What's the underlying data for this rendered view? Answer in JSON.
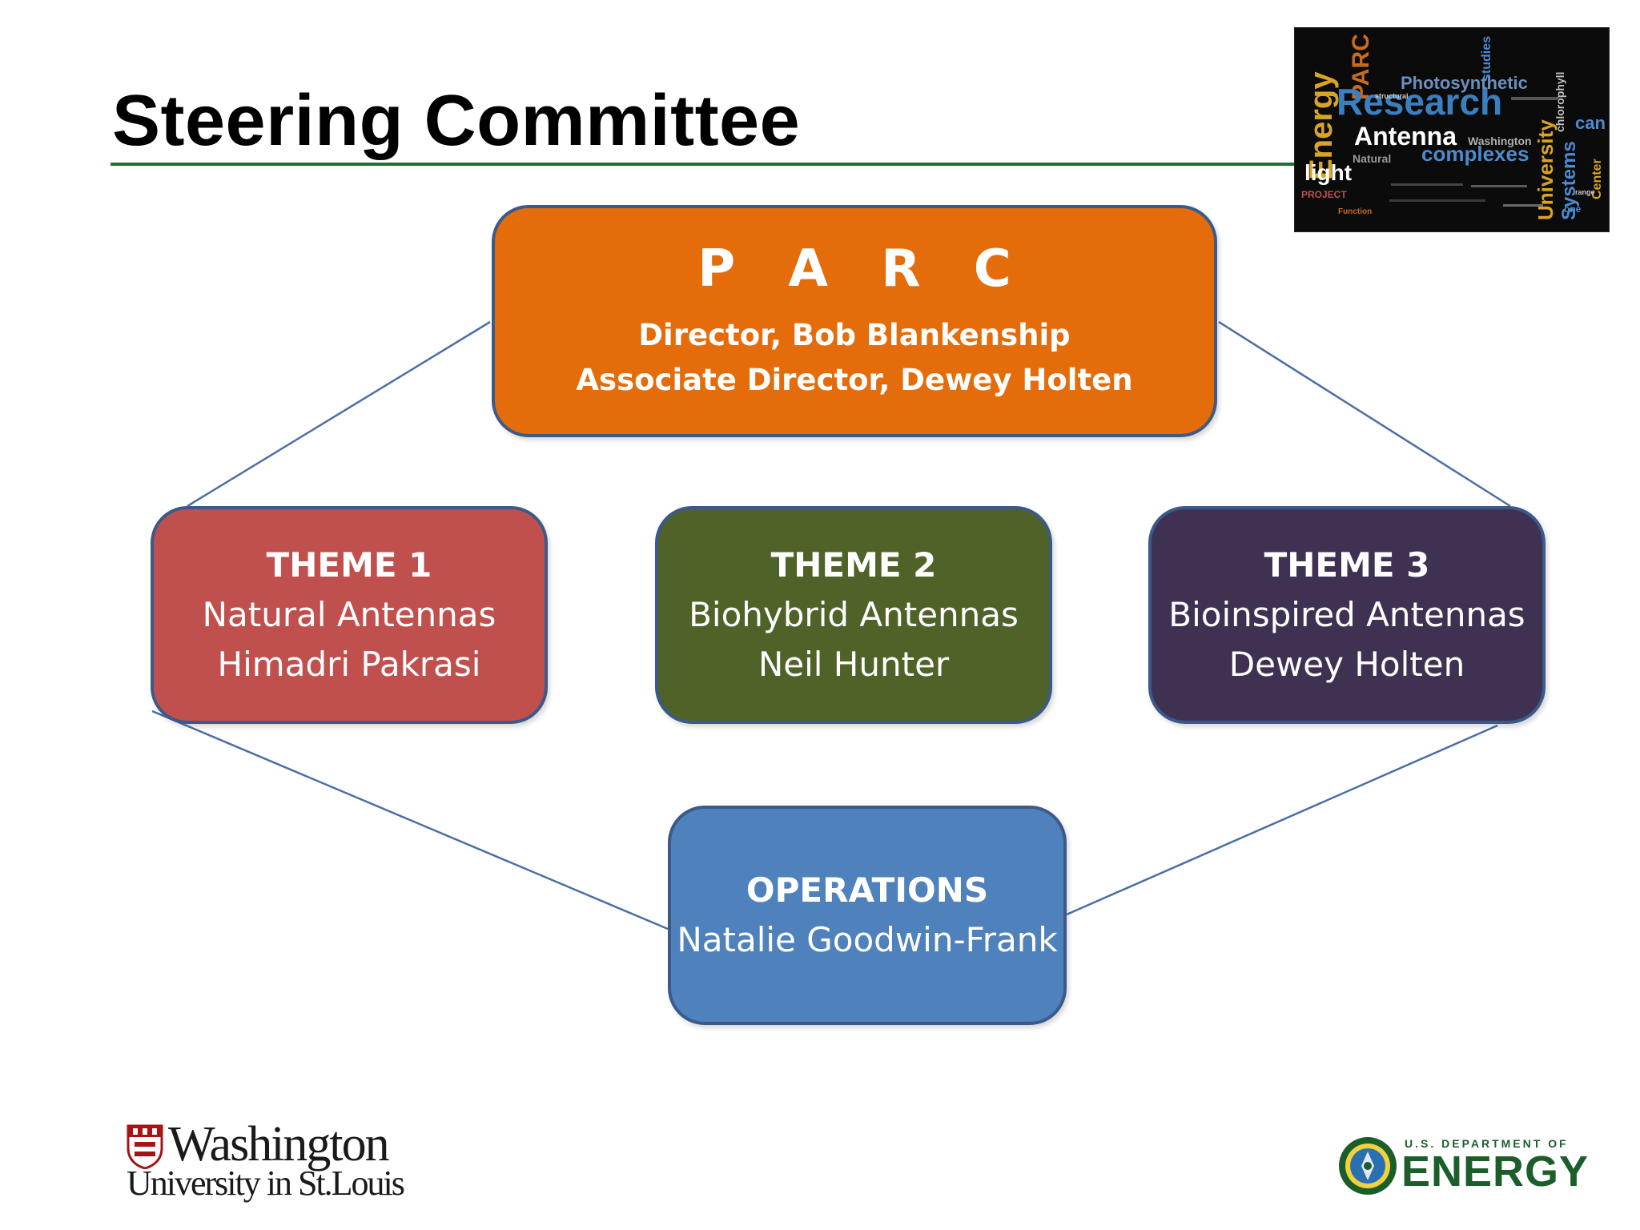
{
  "slide": {
    "title": "Steering Committee"
  },
  "parc": {
    "title": "P A R C",
    "line1": "Director, Bob Blankenship",
    "line2": "Associate Director, Dewey Holten"
  },
  "themes": [
    {
      "heading": "THEME 1",
      "name": "Natural Antennas",
      "lead": "Himadri Pakrasi",
      "color": "#c0504d"
    },
    {
      "heading": "THEME 2",
      "name": "Biohybrid Antennas",
      "lead": "Neil Hunter",
      "color": "#4f6228"
    },
    {
      "heading": "THEME 3",
      "name": "Bioinspired Antennas",
      "lead": "Dewey Holten",
      "color": "#3f3151"
    }
  ],
  "operations": {
    "heading": "OPERATIONS",
    "lead": "Natalie Goodwin-Frank",
    "color": "#4f81bd"
  },
  "logos": {
    "wustl_name": "Washington",
    "wustl_sub": "University in St.Louis",
    "doe_small": "U.S. DEPARTMENT OF",
    "doe_big": "ENERGY"
  },
  "wordcloud_words": [
    "Energy",
    "PARC",
    "Research",
    "Antenna",
    "Photosynthetic",
    "complexes",
    "light",
    "University",
    "Systems",
    "Washington",
    "Natural",
    "chlorophyll",
    "studies",
    "Center",
    "PROJECT",
    "Function",
    "structural",
    "can",
    "one",
    "range"
  ],
  "colors": {
    "parc": "#e46c0a",
    "title_rule": "#1f6f33",
    "connector": "#4a6fa5",
    "doe_green": "#1b5e2a"
  }
}
